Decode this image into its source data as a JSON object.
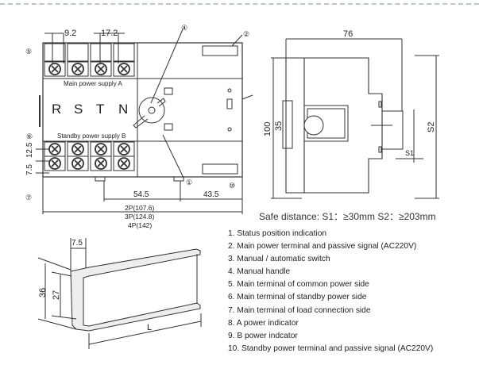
{
  "front_view": {
    "dim_top_left": "9.2",
    "dim_top_mid": "17.2",
    "label_main": "Main power supply A",
    "label_standby": "Standby power supply B",
    "phases": [
      "R",
      "S",
      "T",
      "N"
    ],
    "dim_12_5": "12.5",
    "dim_7_5": "7.5",
    "dim_54_5": "54.5",
    "dim_43_5": "43.5",
    "width_2p": "2P(107.6)",
    "width_3p": "3P(124.8)",
    "width_4p": "4P(142)",
    "callouts": [
      "①",
      "②",
      "④",
      "⑤",
      "⑥",
      "⑦",
      "⑩"
    ]
  },
  "side_view": {
    "dim_width": "76",
    "dim_height": "100",
    "dim_rail": "35",
    "dim_s2": "S2",
    "dim_s1": "S1",
    "safe_distance": "Safe distance: S1：≥30mm    S2：≥203mm"
  },
  "rail": {
    "dim_lip": "7.5",
    "dim_outer": "36",
    "dim_inner": "27",
    "dim_length": "L"
  },
  "legend": [
    "1. Status position indication",
    "2. Main power terminal and passive signal (AC220V)",
    "3. Manual / automatic switch",
    "4. Manual handle",
    "5. Main terminal of common power side",
    "6. Main terminal of standby power side",
    "7. Main terminal of load connection side",
    "8. A power indicator",
    "9. B power indcator",
    "10. Standby power terminal and passive signal (AC220V)"
  ]
}
